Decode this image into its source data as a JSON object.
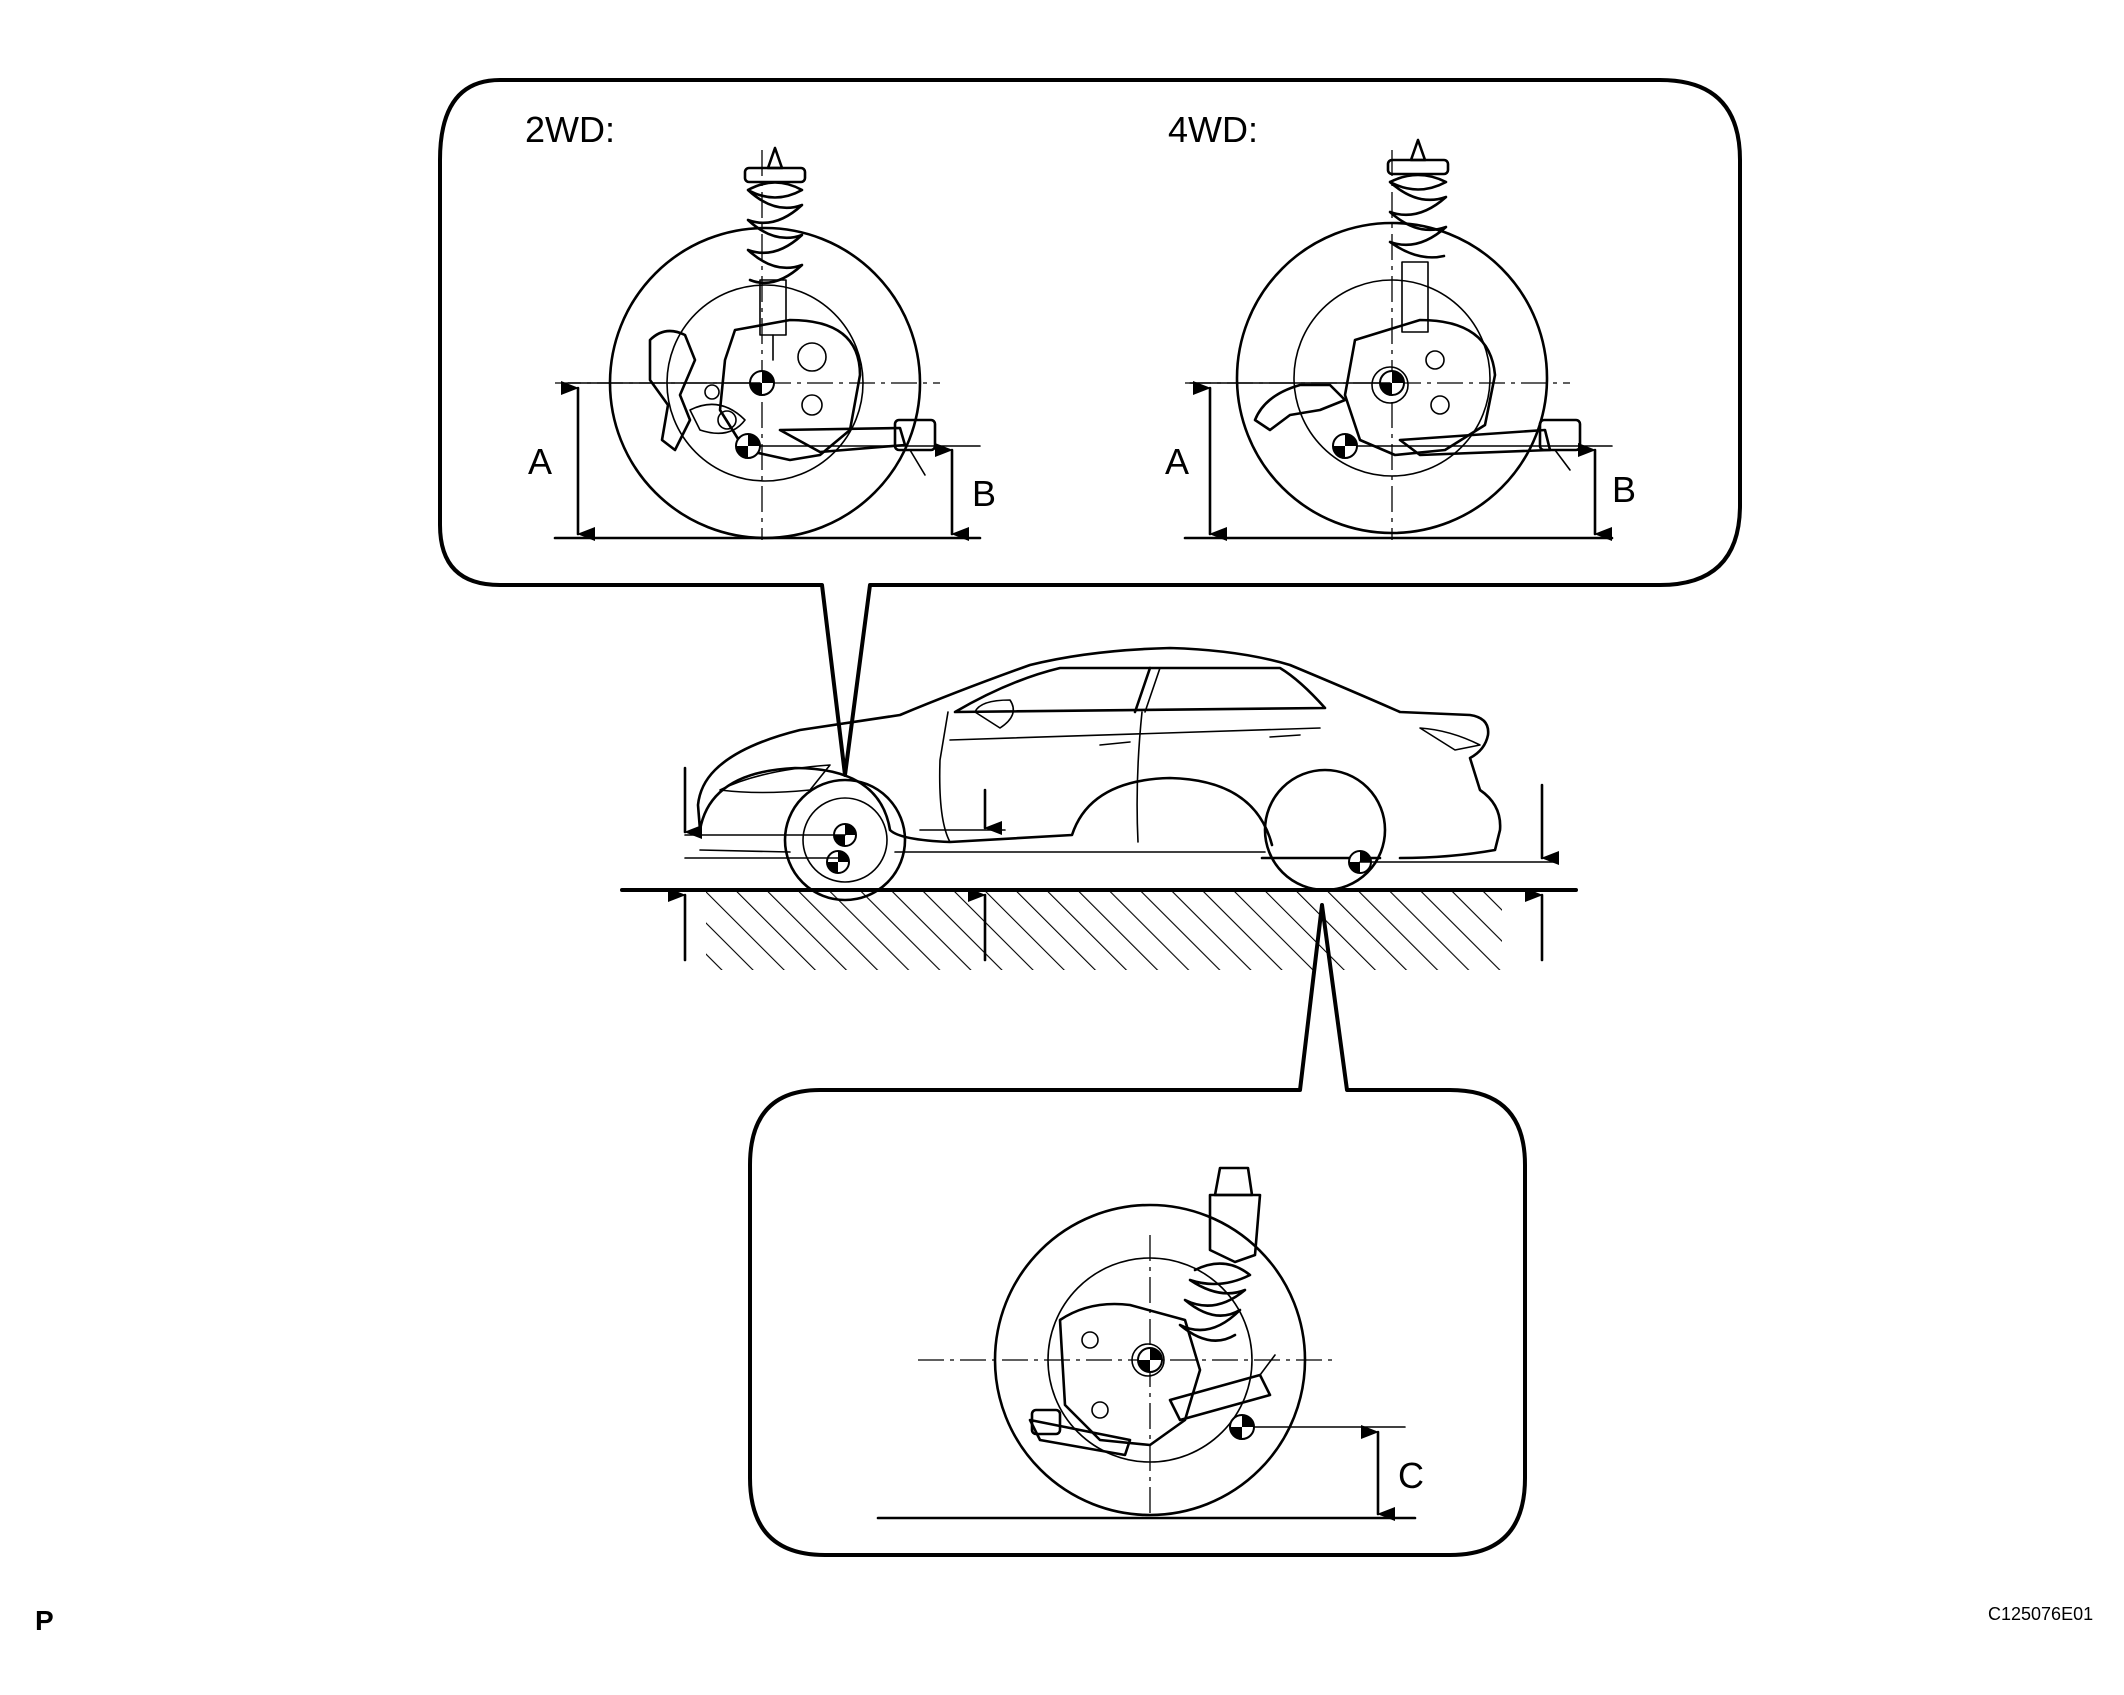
{
  "callouts": {
    "front_2wd_title": "2WD:",
    "front_4wd_title": "4WD:",
    "dim_a": "A",
    "dim_b": "B",
    "dim_c": "C"
  },
  "footer": {
    "corner_mark": "P",
    "figure_code": "C125076E01"
  },
  "colors": {
    "line": "#000000",
    "background": "#ffffff"
  }
}
